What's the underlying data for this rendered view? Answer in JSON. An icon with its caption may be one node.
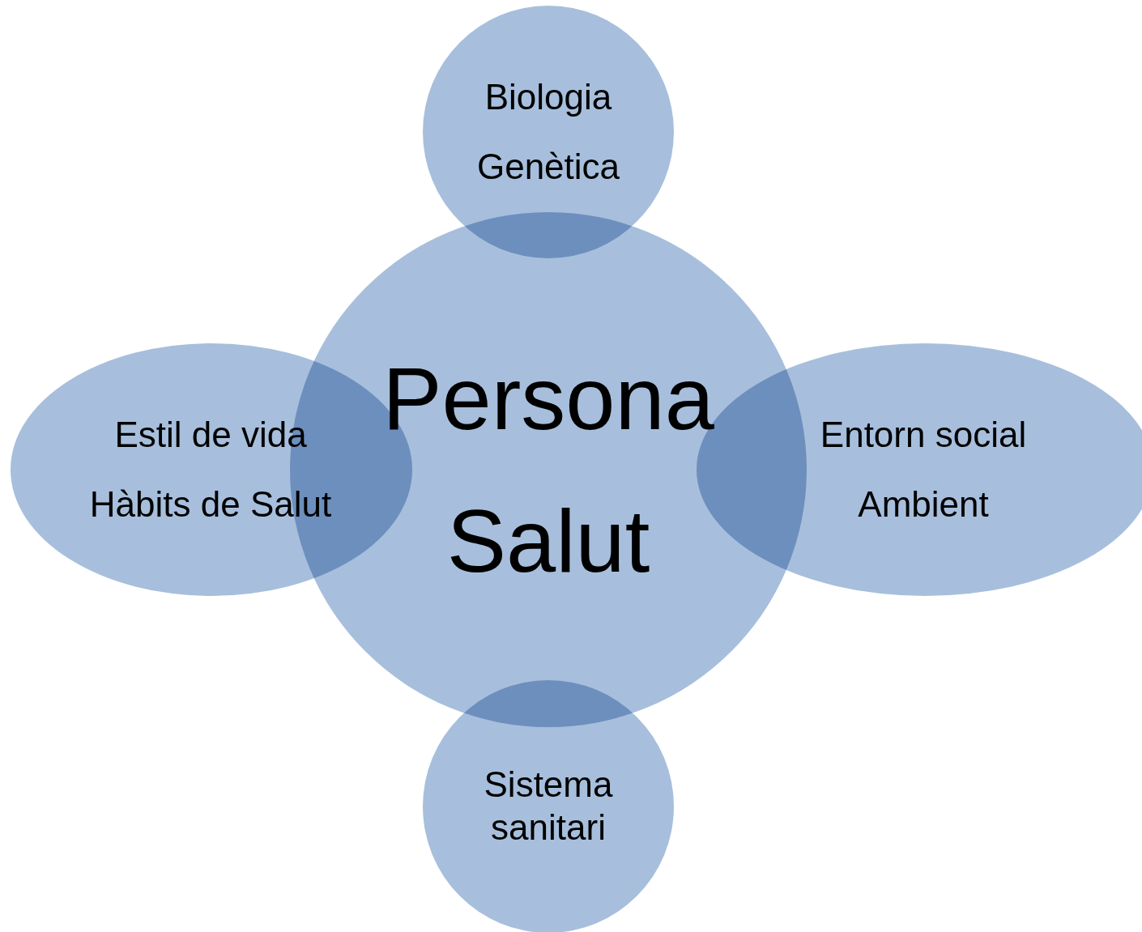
{
  "diagram": {
    "nodes": [
      {
        "text": [
          "Biologia",
          "Genètica"
        ]
      },
      {
        "text": [
          "Estil de vida",
          "Hàbits de Salut"
        ]
      },
      {
        "text": [
          "Persona",
          "Salut"
        ]
      },
      {
        "text": [
          "Entorn social",
          "Ambient"
        ]
      },
      {
        "text": [
          "Sistema sanitari"
        ]
      }
    ],
    "edges": []
  }
}
